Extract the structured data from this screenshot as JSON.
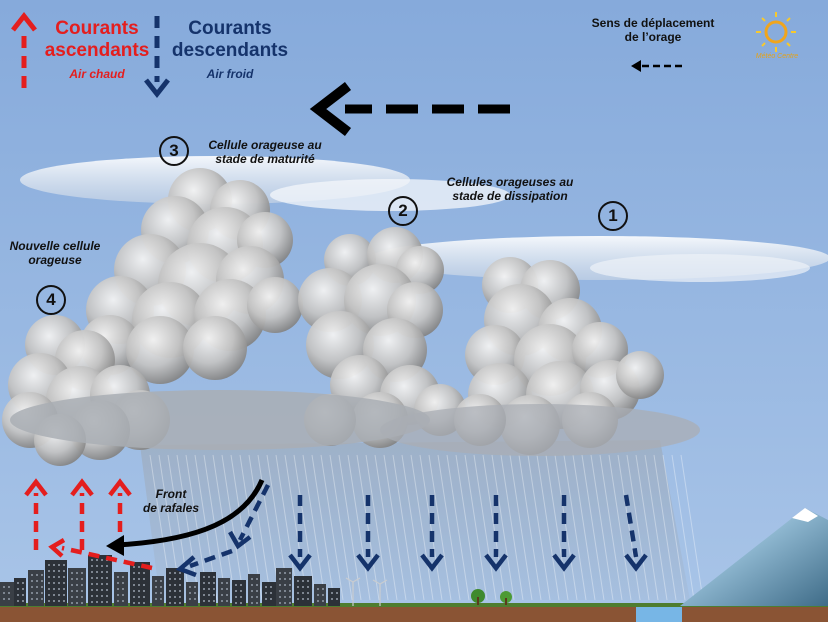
{
  "legend": {
    "updraft_title": "Courants\nascendants",
    "updraft_sub": "Air chaud",
    "downdraft_title": "Courants\ndescendants",
    "downdraft_sub": "Air froid",
    "direction_label": "Sens de déplacement\nde l’orage"
  },
  "logo": {
    "text": "Météo Centre"
  },
  "cells": [
    {
      "number": "1"
    },
    {
      "number": "2",
      "label": "Cellules orageuses au\nstade de dissipation"
    },
    {
      "number": "3",
      "label": "Cellule orageuse  au\nstade de maturité"
    },
    {
      "number": "4",
      "label": "Nouvelle cellule\norageuse"
    }
  ],
  "gust_front_label": "Front\nde rafales",
  "colors": {
    "updraft": "#e41e1e",
    "downdraft": "#15336b",
    "sky": "#8fb3df",
    "ground": "#8a5434",
    "storm_motion": "#000000"
  }
}
